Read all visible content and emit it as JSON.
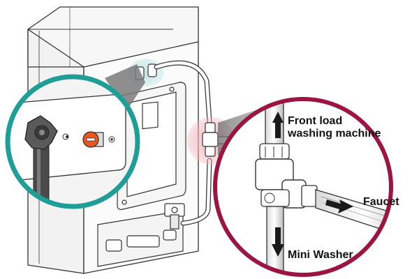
{
  "labels": {
    "front_load_line1": "Front load",
    "front_load_line2": "washing machine",
    "faucet": "Faucet",
    "mini_washer": "Mini Washer"
  },
  "colors": {
    "teal_ring": "#1e9e96",
    "teal_glow": "#bfe6e4",
    "crimson_ring": "#9c1541",
    "pink_glow": "#f3b4bd",
    "knob_orange": "#e8571e",
    "outline": "#333333",
    "arrow": "#1a1a1a"
  },
  "icons": {
    "up_arrow": "arrow-up-icon",
    "down_arrow": "arrow-down-icon",
    "right_arrow": "arrow-right-icon"
  }
}
